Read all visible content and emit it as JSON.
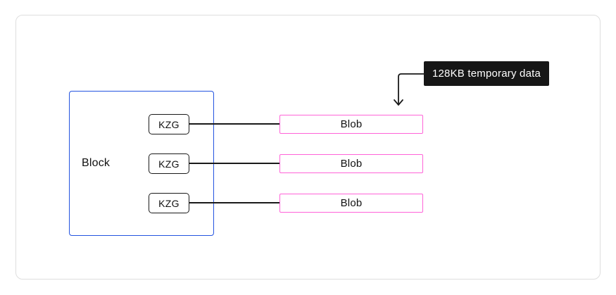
{
  "diagram": {
    "block": {
      "label": "Block"
    },
    "kzg_nodes": [
      {
        "label": "KZG"
      },
      {
        "label": "KZG"
      },
      {
        "label": "KZG"
      }
    ],
    "blobs": [
      {
        "label": "Blob"
      },
      {
        "label": "Blob"
      },
      {
        "label": "Blob"
      }
    ],
    "annotation": {
      "label": "128KB temporary data"
    }
  },
  "colors": {
    "background": "#ffffff",
    "card-border": "#dedede",
    "block-border": "#2454e0",
    "blob-border": "#ff63d8",
    "connector": "#1a1a1a",
    "node-border": "#1a1a1a",
    "annotation-bg": "#161616",
    "annotation-text": "#ffffff",
    "text": "#111111"
  }
}
